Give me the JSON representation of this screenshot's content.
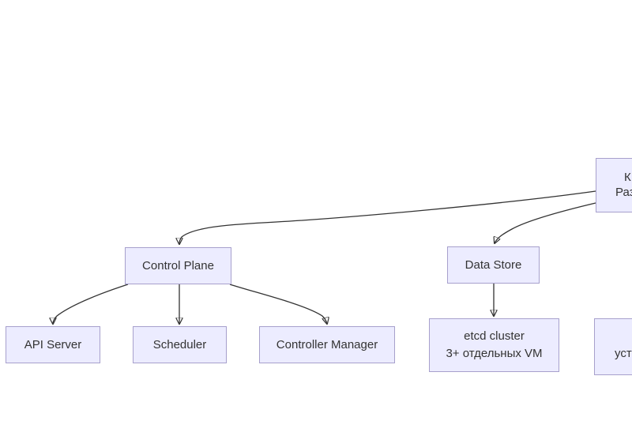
{
  "diagram": {
    "kind": "flowchart",
    "background": "#ffffff",
    "node_fill": "#ececff",
    "node_border": "#a7a0cc",
    "edge_color": "#333333",
    "text_color": "#333333",
    "nodes": [
      {
        "id": "control-plane",
        "label": "Control Plane"
      },
      {
        "id": "data-store",
        "label": "Data Store"
      },
      {
        "id": "api-server",
        "label": "API Server"
      },
      {
        "id": "scheduler",
        "label": "Scheduler"
      },
      {
        "id": "controller-manager",
        "label": "Controller Manager"
      },
      {
        "id": "etcd-cluster",
        "line1": "etcd cluster",
        "line2": "3+ отдельных VM"
      },
      {
        "id": "root-clipped",
        "line1": "К",
        "line2": "Раз"
      },
      {
        "id": "install-clipped",
        "line1": "уста"
      }
    ],
    "edges": [
      {
        "from": "root-clipped",
        "to": "control-plane"
      },
      {
        "from": "root-clipped",
        "to": "data-store"
      },
      {
        "from": "control-plane",
        "to": "api-server"
      },
      {
        "from": "control-plane",
        "to": "scheduler"
      },
      {
        "from": "control-plane",
        "to": "controller-manager"
      },
      {
        "from": "data-store",
        "to": "etcd-cluster"
      }
    ]
  }
}
